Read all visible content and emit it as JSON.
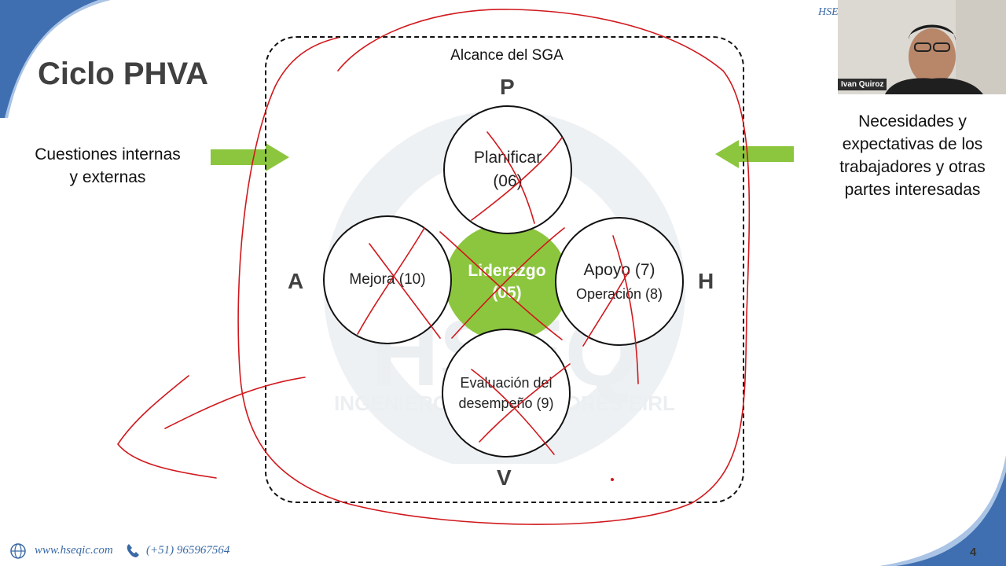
{
  "slide": {
    "title": "Ciclo PHVA",
    "page_number": "4"
  },
  "left_input": {
    "text_line1": "Cuestiones internas",
    "text_line2": "y externas"
  },
  "right_input": {
    "text_line1": "Necesidades y",
    "text_line2": "expectativas de los",
    "text_line3": "trabajadores y otras",
    "text_line4": "partes interesadas"
  },
  "diagram": {
    "scope_label": "Alcance del SGA",
    "letters": {
      "p": "P",
      "h": "H",
      "v": "V",
      "a": "A"
    },
    "planificar": {
      "line1": "Planificar",
      "line2": "(06)"
    },
    "liderazgo": {
      "line1": "Liderazgo",
      "line2": "(05)"
    },
    "mejora": {
      "text": "Mejora (10)"
    },
    "apoyo": {
      "line1": "Apoyo (7)",
      "line2": "Operación (8)"
    },
    "evaluacion": {
      "line1": "Evaluación del",
      "line2": "desempeño (9)"
    },
    "watermark_text": "INGENIEROS CONSULTORES EIRL",
    "watermark_logo": "HSEQ"
  },
  "webcam": {
    "participant_name": "Ivan Quiroz",
    "header_tag": "HSE"
  },
  "footer": {
    "website": "www.hseqic.com",
    "phone": "(+51) 965967564"
  },
  "colors": {
    "accent_green": "#8cc63f",
    "annotation_red": "#d0181c",
    "corner_blue": "#3f6fb0",
    "footer_blue": "#3a6aa6"
  }
}
